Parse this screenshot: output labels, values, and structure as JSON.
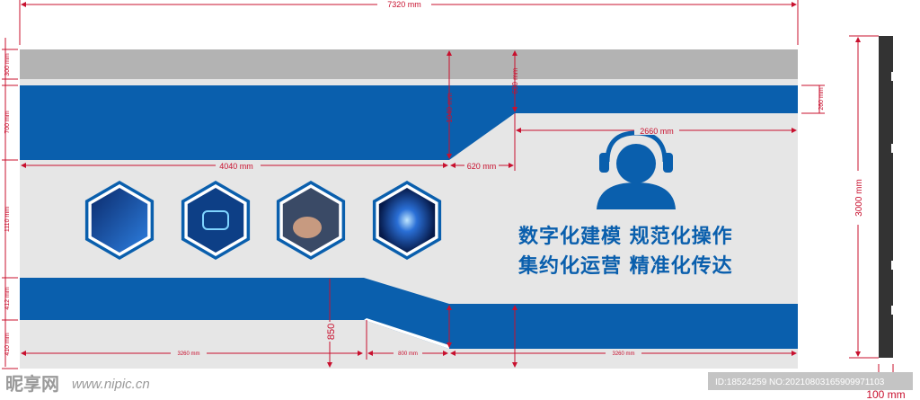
{
  "colors": {
    "brand_blue": "#0a5fad",
    "top_band": "#b3b3b3",
    "wall": "#e6e6e6",
    "dimension": "#c8102e",
    "side_profile": "#333333"
  },
  "dimensions": {
    "total_width": "7320 mm",
    "left_blue_width": "4040 mm",
    "slope_width_top": "620 mm",
    "right_panel_width": "2660 mm",
    "top_gray_height": "300 mm",
    "top_blue_height": "700 mm",
    "middle_height": "1110 mm",
    "bottom_blue_height": "412 mm",
    "bottom_gray_height": "410 mm",
    "right_blue_height": "260 mm",
    "mid_vertical_a": "1040 mm",
    "mid_vertical_b": "600 mm",
    "bottom_left_width": "3260 mm",
    "bottom_slope_width": "800 mm",
    "bottom_right_width": "3260 mm",
    "bottom_vertical": "850",
    "side_height": "3000 mm",
    "side_depth": "100 mm"
  },
  "hexagons": [
    {
      "icon": "binary-code-image-icon"
    },
    {
      "icon": "circuit-chip-image-icon"
    },
    {
      "icon": "hand-touch-tech-image-icon"
    },
    {
      "icon": "globe-network-image-icon"
    }
  ],
  "service_icon": "headset-person-icon",
  "slogans": [
    "数字化建模 规范化操作",
    "集约化运营 精准化传达"
  ],
  "watermark": {
    "logo": "昵享网",
    "url": "www.nipic.cn",
    "id": "ID:18524259 NO:20210803165909971103"
  }
}
